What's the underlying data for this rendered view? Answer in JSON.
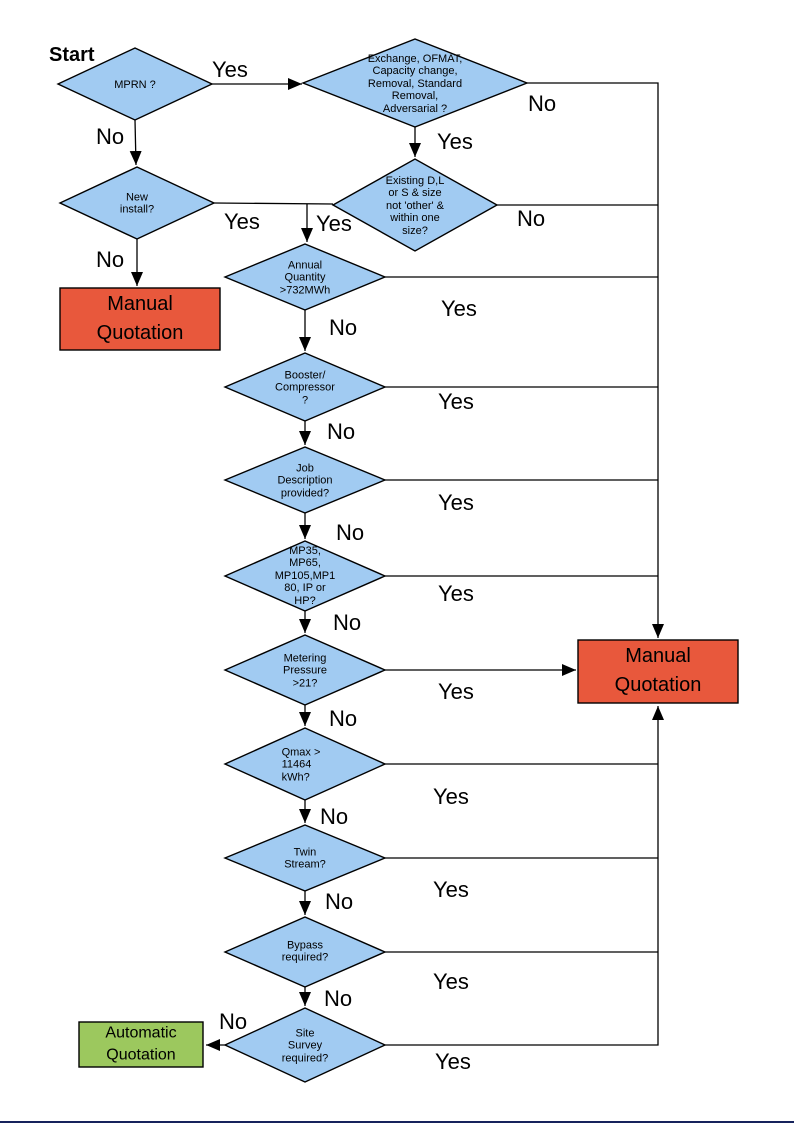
{
  "start_label": "Start",
  "edge_labels": {
    "yes": "Yes",
    "no": "No"
  },
  "nodes": {
    "mprn": {
      "type": "decision",
      "label": "MPRN ?"
    },
    "exchange": {
      "type": "decision",
      "label": "Exchange, OFMAT,\nCapacity change,\nRemoval, Standard\nRemoval,\nAdversarial ?"
    },
    "new_install": {
      "type": "decision",
      "label": "New\ninstall?"
    },
    "existing": {
      "type": "decision",
      "label": "Existing D,L\nor S & size\nnot 'other' &\nwithin one\nsize?"
    },
    "annual_quantity": {
      "type": "decision",
      "label": "Annual\nQuantity\n>732MWh"
    },
    "booster": {
      "type": "decision",
      "label": "Booster/\nCompressor\n?"
    },
    "job_description": {
      "type": "decision",
      "label": "Job\nDescription\nprovided?"
    },
    "mp_tiers": {
      "type": "decision",
      "label": "MP35,\nMP65,\nMP105,MP1\n80, IP or\nHP?"
    },
    "metering_pressure": {
      "type": "decision",
      "label": "Metering\nPressure\n>21?"
    },
    "qmax": {
      "type": "decision",
      "label": "Qmax >\n11464\nkWh?"
    },
    "twin_stream": {
      "type": "decision",
      "label": "Twin\nStream?"
    },
    "bypass": {
      "type": "decision",
      "label": "Bypass\nrequired?"
    },
    "site_survey": {
      "type": "decision",
      "label": "Site\nSurvey\nrequired?"
    },
    "manual_quotation_left": {
      "type": "terminal",
      "label": "Manual\nQuotation"
    },
    "manual_quotation_right": {
      "type": "terminal",
      "label": "Manual\nQuotation"
    },
    "automatic_quotation": {
      "type": "terminal",
      "label": "Automatic\nQuotation"
    }
  },
  "colors": {
    "decision_fill": "#A1CBF2",
    "manual_fill": "#E8583C",
    "automatic_fill": "#9CC85E",
    "line": "#000000",
    "page_edge": "#16235C"
  }
}
